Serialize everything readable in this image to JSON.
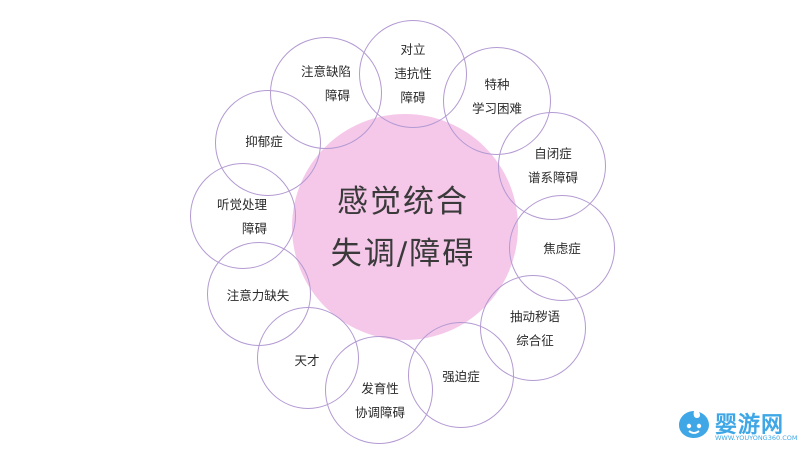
{
  "center": {
    "line1": "感觉统合",
    "line2": "失调/障碍"
  },
  "nodes": [
    {
      "id": "adhd",
      "lines": [
        "注意缺陷",
        "障碍"
      ]
    },
    {
      "id": "odd",
      "lines": [
        "对立",
        "违抗性",
        "障碍"
      ]
    },
    {
      "id": "ld",
      "lines": [
        "特种",
        "学习困难"
      ]
    },
    {
      "id": "asd",
      "lines": [
        "自闭症",
        "谱系障碍"
      ]
    },
    {
      "id": "anxiety",
      "lines": [
        "焦虑症"
      ]
    },
    {
      "id": "tic",
      "lines": [
        "抽动秽语",
        "综合征"
      ]
    },
    {
      "id": "ocd",
      "lines": [
        "强迫症"
      ]
    },
    {
      "id": "dcd",
      "lines": [
        "发育性",
        "协调障碍"
      ]
    },
    {
      "id": "genius",
      "lines": [
        "天才"
      ]
    },
    {
      "id": "add",
      "lines": [
        "注意力缺失"
      ]
    },
    {
      "id": "apd",
      "lines": [
        "听觉处理",
        "障碍"
      ]
    },
    {
      "id": "depression",
      "lines": [
        "抑郁症"
      ]
    }
  ],
  "logo": {
    "brand": "婴游网",
    "url": "WWW.YOUYONG360.COM"
  },
  "colors": {
    "ring": "#b39ad2",
    "core": "#f5c8ea",
    "logo": "#3fa7e6"
  }
}
